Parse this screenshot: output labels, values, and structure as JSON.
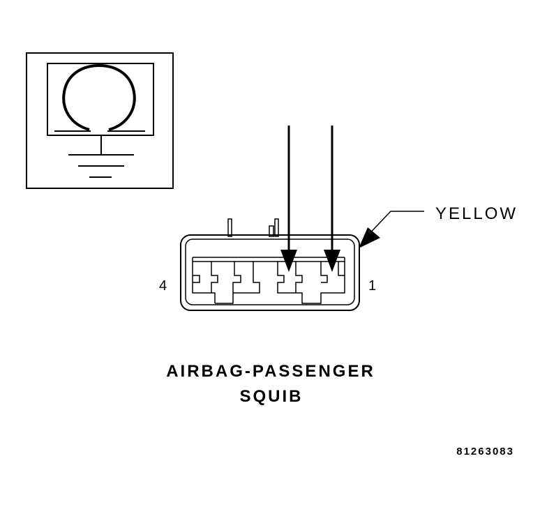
{
  "diagram": {
    "symbol": {
      "icon": "ohmmeter-ground-icon"
    },
    "connector": {
      "pin_left": "4",
      "pin_right": "1",
      "wire_color": "YELLOW"
    },
    "title_line1": "AIRBAG-PASSENGER",
    "title_line2": "SQUIB",
    "figure_id": "81263083"
  }
}
